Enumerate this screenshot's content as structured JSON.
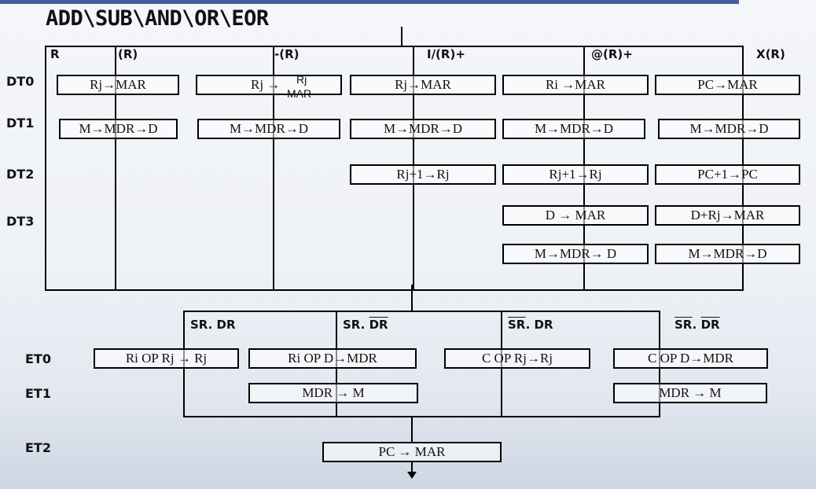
{
  "title": "ADD\\SUB\\AND\\OR\\EOR",
  "modes": [
    "R",
    "(R)",
    "-(R)",
    "I/(R)+",
    "@(R)+",
    "X(R)"
  ],
  "dt_labels": [
    "DT0",
    "DT1",
    "DT2",
    "DT3"
  ],
  "dt0": [
    "Rj→MAR",
    "Rj →",
    "Rj",
    "MAR",
    "Rj→MAR",
    "Ri →MAR",
    "PC→MAR"
  ],
  "dt1": [
    "M→MDR→D",
    "M→MDR→D",
    "M→MDR→D",
    "M→MDR→D",
    "M→MDR→D"
  ],
  "dt2": [
    "Rj+1→Rj",
    "Rj+1→Rj",
    "PC+1→PC"
  ],
  "dt3": [
    "D → MAR",
    "D+Rj→MAR"
  ],
  "dt4": [
    "M→MDR→ D",
    "M→MDR→D"
  ],
  "conds": [
    "SR. DR",
    "SR.",
    "DR",
    "SR",
    ". DR",
    "SR",
    ". ",
    "DR"
  ],
  "et_labels": [
    "ET0",
    "ET1",
    "ET2"
  ],
  "et0": [
    "Ri OP Rj → Rj",
    "Ri OP D→MDR",
    "C OP Rj→Rj",
    "C OP D→MDR"
  ],
  "et1": [
    "MDR → M",
    "MDR → M"
  ],
  "et2": [
    "PC → MAR"
  ]
}
